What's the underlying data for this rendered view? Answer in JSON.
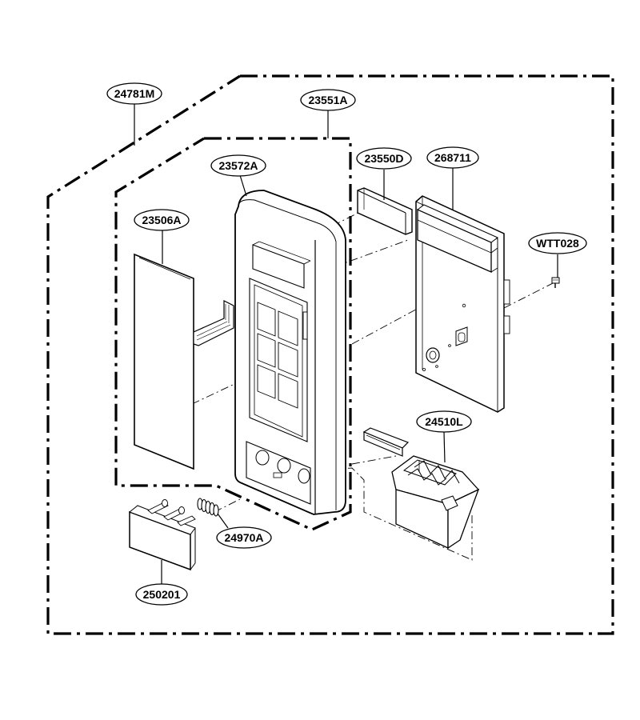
{
  "colors": {
    "line": "#000000",
    "background": "#ffffff",
    "shade": "#e6e6e6"
  },
  "labels": {
    "panel_assembly": "24781M",
    "frame_assembly": "23551A",
    "panel_housing": "23572A",
    "membrane_switch": "23506A",
    "display_window": "23550D",
    "pcb_assembly": "268711",
    "screw": "WTT028",
    "latch_lever": "24510L",
    "spring": "24970A",
    "door_button": "250201"
  }
}
